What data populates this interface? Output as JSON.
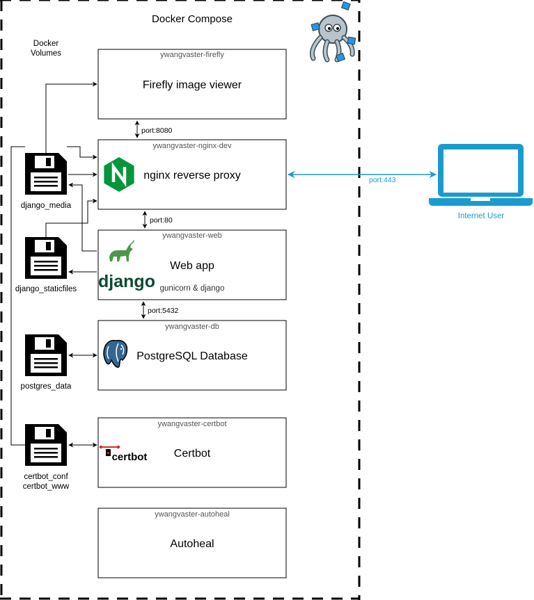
{
  "title": "Docker Compose",
  "volumes_heading": [
    "Docker",
    "Volumes"
  ],
  "services": {
    "firefly": {
      "name": "ywangvaster-firefly",
      "label": "Firefly image viewer"
    },
    "nginx": {
      "name": "ywangvaster-nginx-dev",
      "label": "nginx reverse proxy",
      "icon": "nginx-logo"
    },
    "web": {
      "name": "ywangvaster-web",
      "label": "Web app",
      "sublabel": "gunicorn & django",
      "logo_text": "django",
      "icon": "gunicorn-unicorn-logo"
    },
    "db": {
      "name": "ywangvaster-db",
      "label": "PostgreSQL Database",
      "icon": "postgresql-elephant-logo"
    },
    "certbot": {
      "name": "ywangvaster-certbot",
      "label": "Certbot",
      "logo_text": "certbot"
    },
    "autoheal": {
      "name": "ywangvaster-autoheal",
      "label": "Autoheal"
    }
  },
  "volumes": {
    "media": {
      "label": "django_media",
      "icon": "floppy-disk-icon"
    },
    "static": {
      "label": "django_staticfiles",
      "icon": "floppy-disk-icon"
    },
    "pg": {
      "label": "postgres_data",
      "icon": "floppy-disk-icon"
    },
    "certbot": {
      "label": [
        "certbot_conf",
        "certbot_www"
      ],
      "icon": "floppy-disk-icon"
    }
  },
  "ports": {
    "firefly_nginx": "port:8080",
    "nginx_web": "port:80",
    "web_db": "port:5432",
    "user": "port:443"
  },
  "user": {
    "label": "Internet User",
    "icon": "laptop-icon"
  },
  "colors": {
    "user_accent": "#1a9bcf",
    "nginx_green": "#009639",
    "django_green": "#0c4b33",
    "gunicorn_green": "#499848",
    "postgres_blue": "#336791",
    "certbot_red": "#e4261c",
    "docker_blue": "#2496ed"
  }
}
